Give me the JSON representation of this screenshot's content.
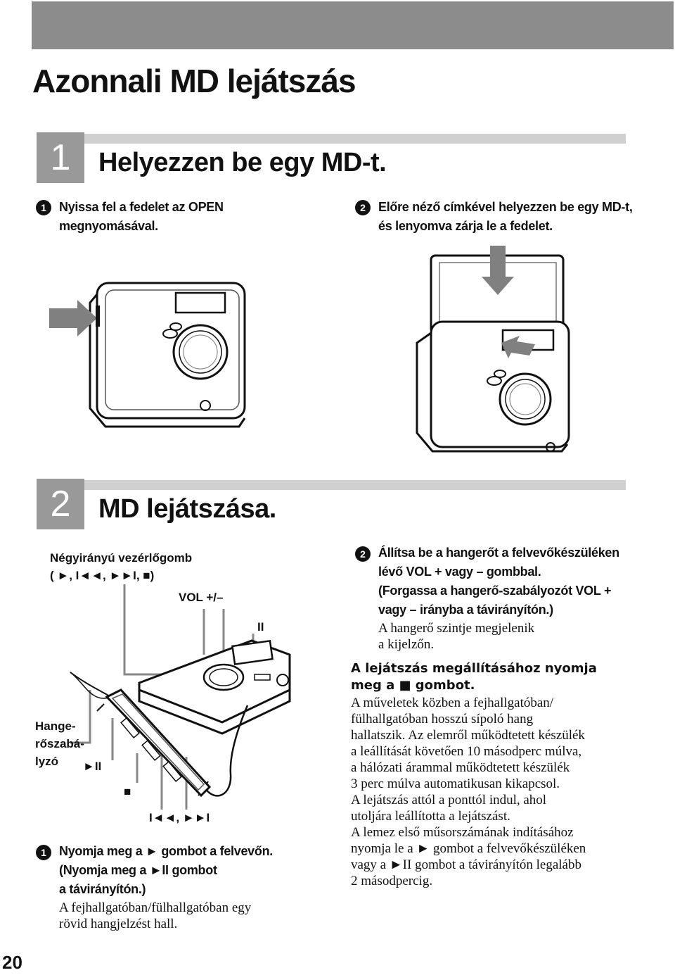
{
  "page": {
    "title": "Azonnali MD lejátszás",
    "page_number": "20"
  },
  "step1": {
    "number": "1",
    "title": "Helyezzen be egy MD-t.",
    "sub1": {
      "marker": "1",
      "line1": "Nyissa fel a fedelet az OPEN",
      "line2": "megnyomásával."
    },
    "sub2": {
      "marker": "2",
      "line1": "Előre néző címkével helyezzen be egy MD-t,",
      "line2": "és lenyomva zárja le a fedelet."
    }
  },
  "step2": {
    "number": "2",
    "title": "MD lejátszása.",
    "labels": {
      "control_line1": "Négyirányú vezérlőgomb",
      "control_line2": "( ►, I◄◄, ►►I, ■)",
      "vol": "VOL +/–",
      "pause": "II",
      "volume_l1": "Hange-",
      "volume_l2": "rőszabá-",
      "volume_l3": "lyzó",
      "play_pause": "►II",
      "stop": "■",
      "skip": "I◄◄, ►►I"
    },
    "sub1": {
      "marker": "1",
      "line1": "Nyomja meg a ► gombot a felvevőn.",
      "line2": "(Nyomja meg a ►II gombot",
      "line3": "a távirányítón.)",
      "note1": "A fejhallgatóban/fülhallgatóban egy",
      "note2": "rövid hangjelzést hall."
    },
    "sub2": {
      "marker": "2",
      "line1": "Állítsa be a hangerőt a felvevőkészüléken",
      "line2": "lévő VOL + vagy – gombbal.",
      "line3": "(Forgassa a hangerő-szabályozót VOL +",
      "line4": "vagy – irányba a távirányítón.)",
      "note1": "A hangerő szintje megjelenik",
      "note2": "a kijelzőn."
    },
    "stop_heading_l1": "A lejátszás megállításához nyomja",
    "stop_heading_l2": "meg a ■ gombot.",
    "body": [
      "A műveletek közben a fejhallgatóban/",
      "fülhallgatóban hosszú sípoló hang",
      "hallatszik. Az elemről működtetett készülék",
      "a leállítását követően 10 másodperc múlva,",
      "a hálózati árammal működtetett készülék",
      "3 perc múlva automatikusan kikapcsol.",
      "A lejátszás attól a ponttól indul, ahol",
      "utoljára leállította a lejátszást.",
      "A lemez első műsorszámának indításához",
      "nyomja le a ► gombot a felvevőkészüléken",
      "vagy a ►II gombot a távirányítón legalább",
      "2 másodpercig."
    ]
  }
}
